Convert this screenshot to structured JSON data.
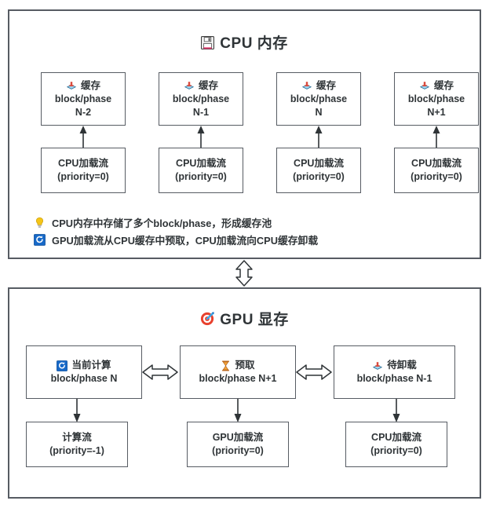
{
  "cpu_panel": {
    "title": "CPU 内存",
    "title_icon": "floppy-disk-icon",
    "cache_boxes": [
      {
        "icon": "inbox-tray-icon",
        "label": "缓存",
        "line1": "block/phase",
        "line2": "N-2"
      },
      {
        "icon": "inbox-tray-icon",
        "label": "缓存",
        "line1": "block/phase",
        "line2": "N-1"
      },
      {
        "icon": "inbox-tray-icon",
        "label": "缓存",
        "line1": "block/phase",
        "line2": "N"
      },
      {
        "icon": "inbox-tray-icon",
        "label": "缓存",
        "line1": "block/phase",
        "line2": "N+1"
      }
    ],
    "stream_boxes": [
      {
        "line1": "CPU加载流",
        "line2": "(priority=0)"
      },
      {
        "line1": "CPU加载流",
        "line2": "(priority=0)"
      },
      {
        "line1": "CPU加载流",
        "line2": "(priority=0)"
      },
      {
        "line1": "CPU加载流",
        "line2": "(priority=0)"
      }
    ],
    "notes": [
      {
        "icon": "light-bulb-icon",
        "text": "CPU内存中存储了多个block/phase，形成缓存池"
      },
      {
        "icon": "refresh-icon",
        "text": "GPU加载流从CPU缓存中预取，CPU加载流向CPU缓存卸载"
      }
    ]
  },
  "gpu_panel": {
    "title": "GPU 显存",
    "title_icon": "dart-target-icon",
    "boxes": [
      {
        "icon": "refresh-icon",
        "label": "当前计算",
        "line2": "block/phase N"
      },
      {
        "icon": "hourglass-icon",
        "label": "预取",
        "line2": "block/phase N+1"
      },
      {
        "icon": "inbox-tray-icon",
        "label": "待卸载",
        "line2": "block/phase N-1"
      }
    ],
    "stream_boxes": [
      {
        "line1": "计算流",
        "line2": "(priority=-1)"
      },
      {
        "line1": "GPU加载流",
        "line2": "(priority=0)"
      },
      {
        "line1": "CPU加载流",
        "line2": "(priority=0)"
      }
    ]
  },
  "connectors": {
    "panel_link": "vertical-double-arrow",
    "gpu_horizontal": [
      "horizontal-double-arrow",
      "horizontal-double-arrow"
    ]
  },
  "colors": {
    "border": "#575c63",
    "box_border": "#575c63",
    "text": "#2f3437",
    "background": "#ffffff",
    "accent_blue": "#1769c8",
    "accent_red": "#d94a3d",
    "accent_yellow": "#f5c518"
  }
}
